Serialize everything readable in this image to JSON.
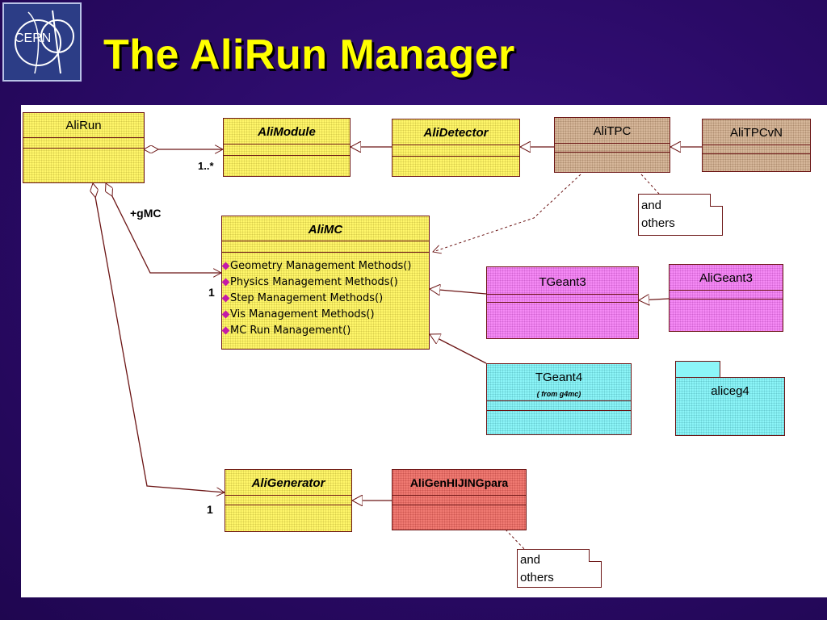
{
  "slide": {
    "title": "The AliRun Manager",
    "logo_text": "CERN"
  },
  "diagram": {
    "classes": {
      "alirun": "AliRun",
      "alimodule": "AliModule",
      "alidetector": "AliDetector",
      "alitpc": "AliTPC",
      "alitpcvn": "AliTPCvN",
      "alimc": "AliMC",
      "tgeant3": "TGeant3",
      "aligeant3": "AliGeant3",
      "tgeant4": "TGeant4",
      "tgeant4_sub": "( from g4mc)",
      "aligenerator": "AliGenerator",
      "aligenhijing": "AliGenHIJINGpara"
    },
    "package": "aliceg4",
    "alimc_methods": [
      "Geometry Management Methods()",
      "Physics Management Methods()",
      "Step Management Methods()",
      "Vis Management Methods()",
      "MC Run Management()"
    ],
    "multiplicities": {
      "module": "1..*",
      "mc": "1",
      "generator": "1"
    },
    "roles": {
      "gmc": "+gMC"
    },
    "notes": {
      "tpc_line1": "and",
      "tpc_line2": "others",
      "gen_line1": "and",
      "gen_line2": "others"
    }
  }
}
